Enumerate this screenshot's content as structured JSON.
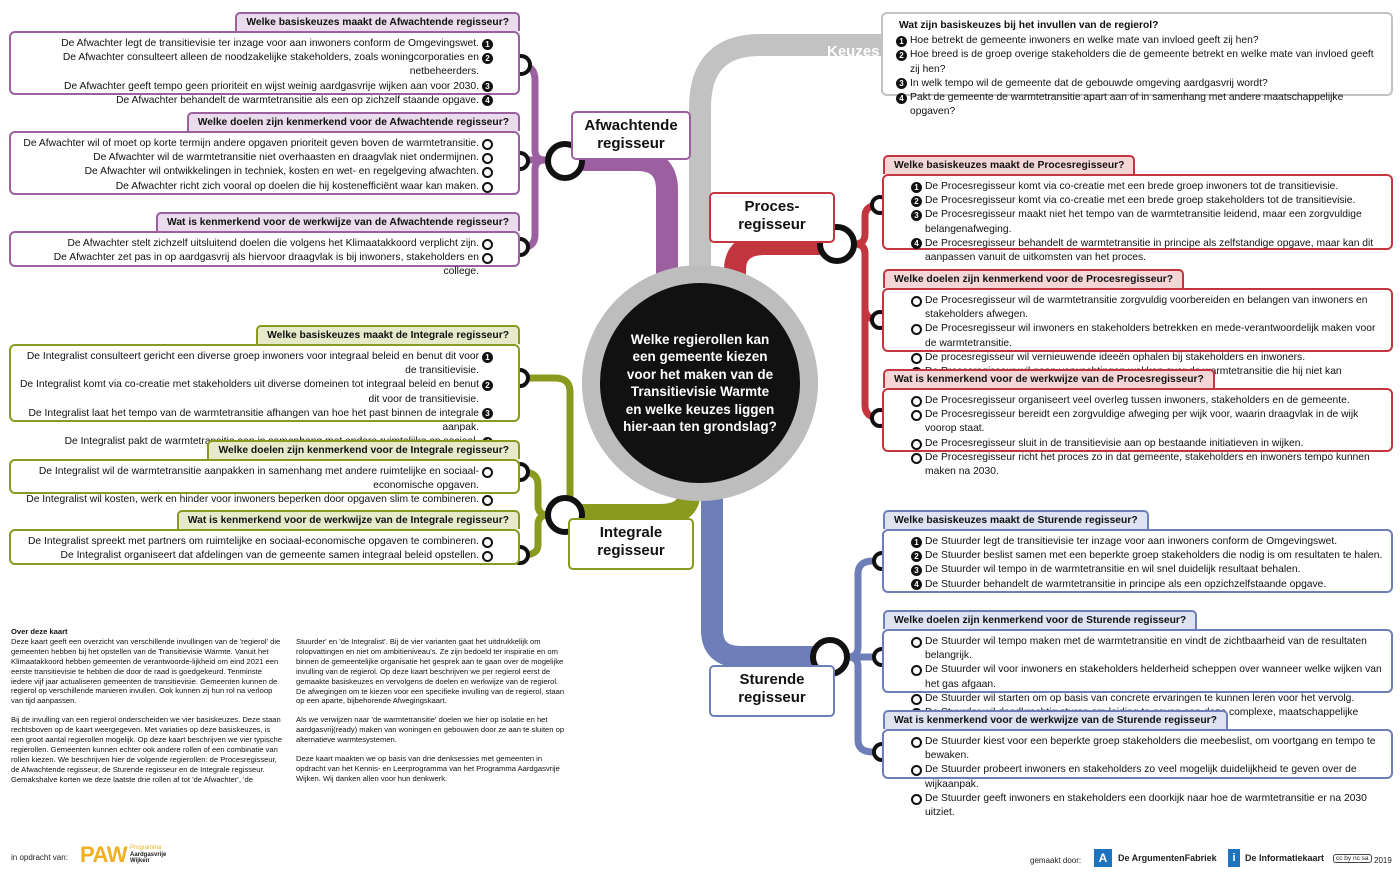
{
  "center_question": "Welke regierollen kan een gemeente kiezen voor het maken van de Transitievisie Warmte en welke keuzes liggen hier-aan ten grondslag?",
  "colors": {
    "afwachtende": "#9c5f9f",
    "proces": "#c4363f",
    "integrale": "#8a9a1e",
    "sturende": "#6e7eb9",
    "keuzes": "#c2c2c2"
  },
  "keuzes": {
    "label": "Keuzes",
    "title": "Wat zijn basiskeuzes bij het invullen van de regierol?",
    "items": [
      {
        "n": "1",
        "text": "Hoe betrekt de gemeente inwoners en welke mate van invloed geeft zij hen?"
      },
      {
        "n": "2",
        "text": "Hoe breed is de groep overige stakeholders die de gemeente betrekt en welke mate van invloed geeft zij hen?"
      },
      {
        "n": "3",
        "text": "In welk tempo wil de gemeente dat de gebouwde omgeving aardgasvrij wordt?"
      },
      {
        "n": "4",
        "text": "Pakt de gemeente de warmtetransitie apart aan of in samenhang met andere maatschappelijke opgaven?"
      }
    ]
  },
  "roles": {
    "afwachtende": {
      "name": "Afwachtende regisseur",
      "basis": {
        "title": "Welke basiskeuzes maakt de Afwachtende regisseur?",
        "items": [
          {
            "n": "1",
            "text": "De Afwachter legt de transitievisie ter inzage voor aan inwoners conform de Omgevingswet."
          },
          {
            "n": "2",
            "text": "De Afwachter consulteert alleen de noodzakelijke stakeholders, zoals woningcorporaties en netbeheerders."
          },
          {
            "n": "3",
            "text": "De Afwachter geeft tempo geen prioriteit en wijst weinig aardgasvrije wijken aan voor 2030."
          },
          {
            "n": "4",
            "text": "De Afwachter behandelt de warmtetransitie als een op zichzelf staande opgave."
          }
        ]
      },
      "doelen": {
        "title": "Welke doelen zijn kenmerkend voor de Afwachtende regisseur?",
        "items": [
          {
            "text": "De Afwachter wil of moet op korte termijn andere opgaven prioriteit geven boven de warmtetransitie."
          },
          {
            "text": "De Afwachter wil de warmtetransitie niet overhaasten en draagvlak niet ondermijnen."
          },
          {
            "text": "De Afwachter wil ontwikkelingen in techniek, kosten en wet- en regelgeving afwachten."
          },
          {
            "text": "De Afwachter richt zich vooral op doelen die hij kostenefficiënt waar kan maken."
          }
        ]
      },
      "werkwijze": {
        "title": "Wat is kenmerkend voor de werkwijze van de Afwachtende regisseur?",
        "items": [
          {
            "text": "De Afwachter stelt zichzelf uitsluitend doelen die volgens het Klimaatakkoord verplicht zijn."
          },
          {
            "text": "De Afwachter zet pas in op aardgasvrij als hiervoor draagvlak is bij inwoners, stakeholders en college."
          }
        ]
      }
    },
    "proces": {
      "name": "Proces-regisseur",
      "basis": {
        "title": "Welke basiskeuzes maakt de Procesregisseur?",
        "items": [
          {
            "n": "1",
            "text": "De Procesregisseur komt via co-creatie met een brede groep inwoners tot de transitievisie."
          },
          {
            "n": "2",
            "text": "De Procesregisseur komt via co-creatie met een brede groep stakeholders tot de transitievisie."
          },
          {
            "n": "3",
            "text": "De Procesregisseur maakt niet het tempo van de warmtetransitie leidend, maar een zorgvuldige belangenafweging."
          },
          {
            "n": "4",
            "text": "De Procesregisseur behandelt de warmtetransitie in principe als zelfstandige opgave, maar kan dit aanpassen vanuit de uitkomsten van het proces."
          }
        ]
      },
      "doelen": {
        "title": "Welke doelen zijn kenmerkend voor de Procesregisseur?",
        "items": [
          {
            "text": "De Procesregisseur wil de warmtetransitie zorgvuldig voorbereiden en belangen van inwoners en stakeholders afwegen."
          },
          {
            "text": "De Procesregisseur wil inwoners en stakeholders betrekken en mede-verantwoordelijk maken voor de warmtetransitie."
          },
          {
            "text": "De procesregisseur wil vernieuwende ideeën ophalen bij stakeholders en inwoners."
          },
          {
            "text": "De Procesregisseur wil geen verwachtingen wekken over de warmtetransitie die hij niet kan waarmaken."
          }
        ]
      },
      "werkwijze": {
        "title": "Wat is kenmerkend voor de werkwijze van de Procesregisseur?",
        "items": [
          {
            "text": "De Procesregisseur organiseert veel overleg tussen inwoners, stakeholders en de gemeente."
          },
          {
            "text": "De Procesregisseur bereidt een zorgvuldige afweging per wijk voor, waarin draagvlak in de wijk voorop staat."
          },
          {
            "text": "De Procesregisseur sluit in de transitievisie aan op bestaande initiatieven in wijken."
          },
          {
            "text": "De Procesregisseur richt het proces zo in dat gemeente, stakeholders en inwoners tempo kunnen maken na 2030."
          }
        ]
      }
    },
    "integrale": {
      "name": "Integrale regisseur",
      "basis": {
        "title": "Welke basiskeuzes maakt de Integrale regisseur?",
        "items": [
          {
            "n": "1",
            "text": "De Integralist consulteert gericht een diverse groep inwoners voor integraal beleid en benut dit voor de transitievisie."
          },
          {
            "n": "2",
            "text": "De Integralist komt via co-creatie met stakeholders uit diverse domeinen tot integraal beleid en benut dit voor de transitievisie."
          },
          {
            "n": "3",
            "text": "De Integralist laat het tempo van de warmtetransitie afhangen van hoe het past binnen de integrale aanpak."
          },
          {
            "n": "4",
            "text": "De Integralist pakt de warmtetransitie aan in samenhang met andere ruimtelijke en sociaal-economische opgaven."
          }
        ]
      },
      "doelen": {
        "title": "Welke doelen zijn kenmerkend voor de Integrale regisseur?",
        "items": [
          {
            "text": "De Integralist wil de warmtetransitie aanpakken in samenhang met andere ruimtelijke en sociaal-economische opgaven."
          },
          {
            "text": "De Integralist wil kosten, werk en hinder voor inwoners beperken door opgaven slim te combineren."
          }
        ]
      },
      "werkwijze": {
        "title": "Wat is kenmerkend voor de werkwijze van de Integrale regisseur?",
        "items": [
          {
            "text": "De Integralist spreekt met partners om ruimtelijke en sociaal-economische opgaven te combineren."
          },
          {
            "text": "De Integralist organiseert dat afdelingen van de gemeente samen integraal beleid opstellen."
          }
        ]
      }
    },
    "sturende": {
      "name": "Sturende regisseur",
      "basis": {
        "title": "Welke basiskeuzes maakt de Sturende regisseur?",
        "items": [
          {
            "n": "1",
            "text": "De Stuurder legt de transitievisie ter inzage voor aan inwoners conform de Omgevingswet."
          },
          {
            "n": "2",
            "text": "De Stuurder beslist samen met een beperkte groep stakeholders die nodig is om resultaten te halen."
          },
          {
            "n": "3",
            "text": "De Stuurder wil tempo in de warmtetransitie en wil snel duidelijk resultaat behalen."
          },
          {
            "n": "4",
            "text": "De Stuurder behandelt de warmtetransitie in principe als een opzichzelfstaande opgave."
          }
        ]
      },
      "doelen": {
        "title": "Welke doelen zijn kenmerkend voor de Sturende regisseur?",
        "items": [
          {
            "text": "De Stuurder wil tempo maken met de warmtetransitie en vindt de zichtbaarheid van de resultaten belangrijk."
          },
          {
            "text": "De Stuurder wil voor inwoners en stakeholders helderheid scheppen over wanneer welke wijken van het gas afgaan."
          },
          {
            "text": "De Stuurder wil starten om op basis van concrete ervaringen te kunnen leren voor het vervolg."
          },
          {
            "text": "De Stuurder wil daadkrachtig sturen om leiding te geven aan deze complexe, maatschappelijke opgave."
          }
        ]
      },
      "werkwijze": {
        "title": "Wat is kenmerkend voor de werkwijze van de Sturende regisseur?",
        "items": [
          {
            "text": "De Stuurder kiest voor een beperkte groep stakeholders die meebeslist, om voortgang en tempo te bewaken."
          },
          {
            "text": "De Stuurder probeert inwoners en stakeholders zo veel mogelijk duidelijkheid te geven over de wijkaanpak."
          },
          {
            "text": "De Stuurder geeft inwoners en stakeholders een doorkijk naar hoe de warmtetransitie er na 2030 uitziet."
          }
        ]
      }
    }
  },
  "about": {
    "title": "Over deze kaart",
    "col1": [
      "Deze kaart geeft een overzicht van verschillende invullingen van de 'regierol' die gemeenten hebben bij het opstellen van de Transitievisie Warmte. Vanuit het Klimaatakkoord hebben gemeenten de verantwoorde-lijkheid om eind 2021 een eerste transitievisie te hebben die door de raad is goedgekeurd. Tenminste iedere vijf jaar actualiseren gemeenten de transitievisie. Gemeenten kunnen de regierol op verschillende manieren invullen. Ook kunnen zij hun rol na verloop van tijd aanpassen.",
      "Bij de invulling van een regierol onderscheiden we vier basiskeuzes. Deze staan rechtsboven op de kaart weergegeven. Met variaties op deze basiskeuzes, is een groot aantal regierollen mogelijk. Op deze kaart beschrijven we vier typische regierollen. Gemeenten kunnen echter ook andere rollen of een combinatie van rollen kiezen. We beschrijven hier de volgende regierollen: de Procesregisseur, de Afwachtende regisseur, de Sturende regisseur en de Integrale regisseur. Gemakshalve korten we deze laatste drie rollen af tot 'de Afwachter', 'de"
    ],
    "col2": [
      "Stuurder' en 'de Integralist'. Bij de vier varianten gaat het uitdrukkelijk om rolopvattingen en niet om ambitieniveau's. Ze zijn bedoeld ter inspiratie en om binnen de gemeentelijke organisatie het gesprek aan te gaan over de mogelijke invulling van de regierol. Op deze kaart beschrijven we per regierol eerst de gemaakte basiskeuzes en vervolgens de doelen en werkwijze van de regierol. De afwegingen om te kiezen voor een specifieke invulling van de regierol, staan op een aparte, bijbehorende Afwegingskaart.",
      "Als we verwijzen naar 'de warmtetransitie' doelen we hier op isolatie en het aardgasvrij(ready) maken van woningen en gebouwen door ze aan te sluiten op alternatieve warmtesystemen.",
      "Deze kaart maakten we op basis van drie denksessies met gemeenten in opdracht van het Kennis- en Leerprogramma van het Programma Aardgasvrije Wijken. Wij danken allen voor hun denkwerk."
    ]
  },
  "footer": {
    "in_opdracht": "in opdracht van:",
    "paw": "PAW",
    "paw_sub1": "Programma",
    "paw_sub2": "Aardgasvrije",
    "paw_sub3": "Wijken",
    "gemaakt_door": "gemaakt door:",
    "argumentenfabriek": "De ArgumentenFabriek",
    "informatiekaart": "De Informatiekaart",
    "cc": "cc by nc sa",
    "year": "2019"
  }
}
